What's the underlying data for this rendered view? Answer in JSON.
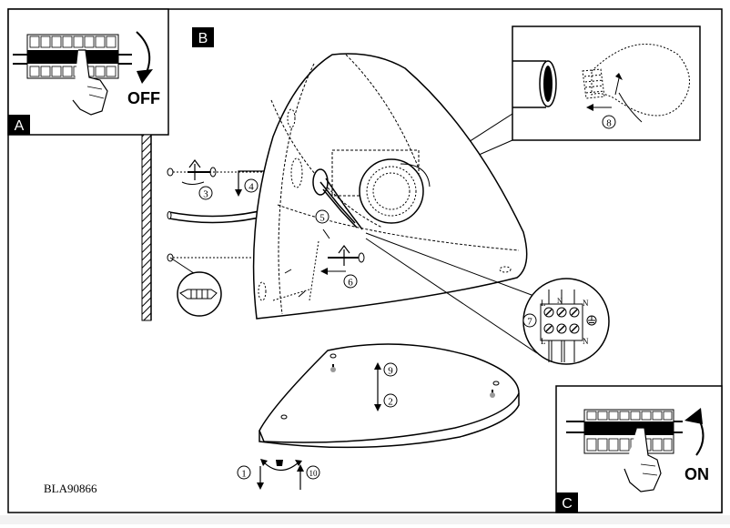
{
  "panels": {
    "a": {
      "label": "A",
      "status": "OFF"
    },
    "b": {
      "label": "B"
    },
    "c": {
      "label": "C",
      "status": "ON"
    }
  },
  "steps": [
    "1",
    "2",
    "3",
    "4",
    "5",
    "6",
    "7",
    "8",
    "9",
    "10"
  ],
  "terminal": {
    "left_top": "L",
    "left_bottom": "L",
    "mid_top": "N",
    "right_top": "N",
    "right_bottom": "N"
  },
  "model": "BLA90866"
}
